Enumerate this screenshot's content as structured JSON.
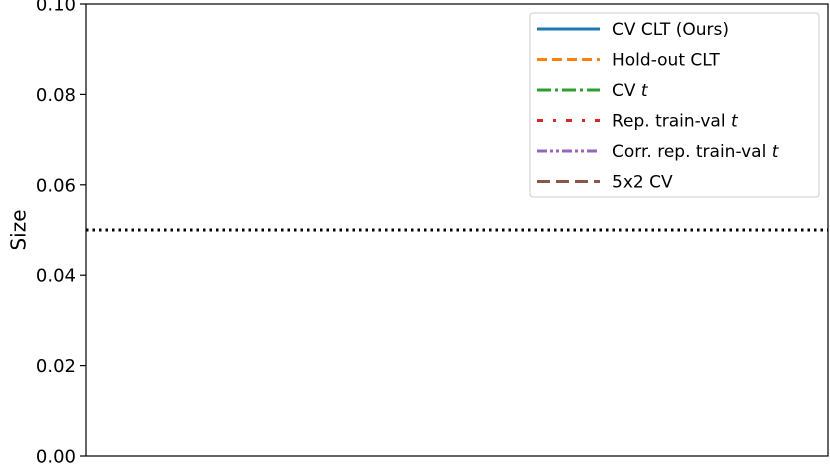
{
  "chart_data": {
    "type": "line",
    "title": "",
    "xlabel": "",
    "ylabel": "Size",
    "ylim": [
      0.0,
      0.1
    ],
    "yticks": [
      "0.00",
      "0.02",
      "0.04",
      "0.06",
      "0.08",
      "0.10"
    ],
    "grid": false,
    "legend_position": "top-right",
    "reference_line": {
      "y": 0.05,
      "style": "dotted",
      "color": "#000000"
    },
    "series": [
      {
        "name": "CV CLT (Ours)",
        "name_main": "CV CLT (Ours)",
        "name_italic": "",
        "color": "#1f77b4",
        "linestyle": "solid",
        "values": []
      },
      {
        "name": "Hold-out CLT",
        "name_main": "Hold-out CLT",
        "name_italic": "",
        "color": "#ff7f0e",
        "linestyle": "dashed",
        "values": []
      },
      {
        "name": "CV t",
        "name_main": "CV ",
        "name_italic": "t",
        "color": "#2ca02c",
        "linestyle": "dashdot",
        "values": []
      },
      {
        "name": "Rep. train-val t",
        "name_main": "Rep. train-val ",
        "name_italic": "t",
        "color": "#d62728",
        "linestyle": "loosely-dashdot",
        "values": []
      },
      {
        "name": "Corr. rep. train-val t",
        "name_main": "Corr. rep. train-val ",
        "name_italic": "t",
        "color": "#9467bd",
        "linestyle": "dashdotdot",
        "values": []
      },
      {
        "name": "5x2 CV",
        "name_main": "5x2 CV",
        "name_italic": "",
        "color": "#8c564b",
        "linestyle": "long-dashed",
        "values": []
      }
    ]
  }
}
